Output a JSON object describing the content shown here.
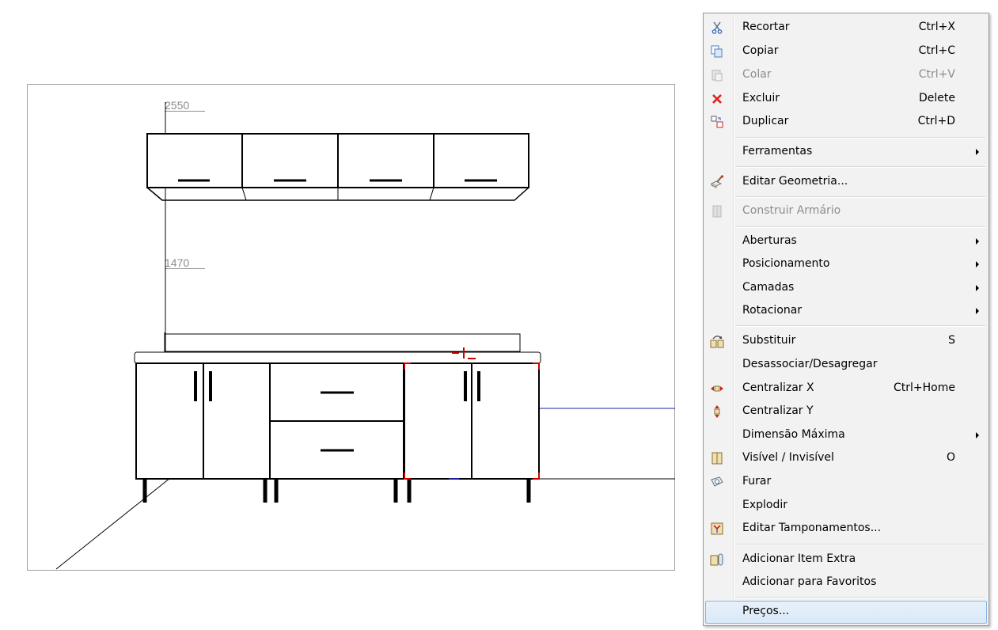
{
  "drawing": {
    "dimension_top": "2550",
    "dimension_mid": "1470"
  },
  "menu": {
    "items": [
      {
        "id": "recortar",
        "label": "Recortar",
        "shortcut": "Ctrl+X",
        "icon": "scissors-icon",
        "disabled": false
      },
      {
        "id": "copiar",
        "label": "Copiar",
        "shortcut": "Ctrl+C",
        "icon": "copy-icon",
        "disabled": false
      },
      {
        "id": "colar",
        "label": "Colar",
        "shortcut": "Ctrl+V",
        "icon": "paste-icon",
        "disabled": true
      },
      {
        "id": "excluir",
        "label": "Excluir",
        "shortcut": "Delete",
        "icon": "delete-x-icon",
        "disabled": false
      },
      {
        "id": "duplicar",
        "label": "Duplicar",
        "shortcut": "Ctrl+D",
        "icon": "duplicate-icon",
        "disabled": false
      },
      {
        "id": "ferramentas",
        "label": "Ferramentas",
        "submenu": true
      },
      {
        "id": "editar-geometria",
        "label": "Editar Geometria...",
        "icon": "edit-geometry-icon"
      },
      {
        "id": "construir-armario",
        "label": "Construir Armário",
        "icon": "build-cabinet-icon",
        "disabled": true
      },
      {
        "id": "aberturas",
        "label": "Aberturas",
        "submenu": true
      },
      {
        "id": "posicionamento",
        "label": "Posicionamento",
        "submenu": true
      },
      {
        "id": "camadas",
        "label": "Camadas",
        "submenu": true
      },
      {
        "id": "rotacionar",
        "label": "Rotacionar",
        "submenu": true
      },
      {
        "id": "substituir",
        "label": "Substituir",
        "shortcut": "S",
        "icon": "replace-icon"
      },
      {
        "id": "desassociar",
        "label": "Desassociar/Desagregar"
      },
      {
        "id": "centralizar-x",
        "label": "Centralizar X",
        "shortcut": "Ctrl+Home",
        "icon": "center-x-icon"
      },
      {
        "id": "centralizar-y",
        "label": "Centralizar Y",
        "icon": "center-y-icon"
      },
      {
        "id": "dimensao-maxima",
        "label": "Dimensão Máxima",
        "submenu": true
      },
      {
        "id": "visivel-invisivel",
        "label": "Visível / Invisível",
        "shortcut": "O",
        "icon": "visibility-icon"
      },
      {
        "id": "furar",
        "label": "Furar",
        "icon": "drill-icon"
      },
      {
        "id": "explodir",
        "label": "Explodir"
      },
      {
        "id": "editar-tamponamentos",
        "label": "Editar Tamponamentos...",
        "icon": "edit-cover-panels-icon"
      },
      {
        "id": "adicionar-item-extra",
        "label": "Adicionar Item Extra",
        "icon": "add-extra-item-icon"
      },
      {
        "id": "adicionar-favoritos",
        "label": "Adicionar para Favoritos"
      },
      {
        "id": "precos",
        "label": "Preços...",
        "highlighted": true
      }
    ]
  },
  "colors": {
    "menu_background": "#f2f2f2",
    "highlight_border": "#88b4e6",
    "delete_red": "#e0201a",
    "selection_red": "#cc0000",
    "guide_blue": "#1f1fa0"
  }
}
